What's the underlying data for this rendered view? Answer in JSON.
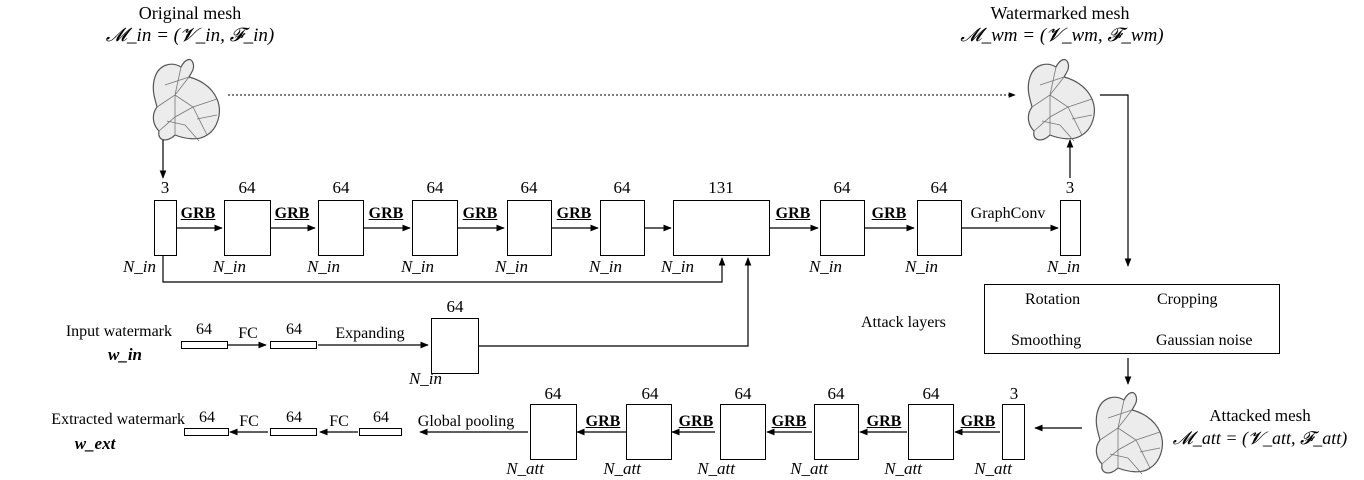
{
  "original_mesh": {
    "title": "Original mesh",
    "formula": "𝓜_in = (𝓥_in, 𝓕_in)"
  },
  "watermarked_mesh": {
    "title": "Watermarked mesh",
    "formula": "𝓜_wm = (𝓥_wm, 𝓕_wm)"
  },
  "attacked_mesh": {
    "title": "Attacked mesh",
    "formula": "𝓜_att = (𝓥_att, 𝓕_att)"
  },
  "input_watermark": {
    "title": "Input watermark",
    "symbol": "w_in"
  },
  "extracted_watermark": {
    "title": "Extracted watermark",
    "symbol": "w_ext"
  },
  "attack": {
    "title": "Attack layers",
    "items": [
      "Rotation",
      "Cropping",
      "Smoothing",
      "Gaussian noise"
    ]
  },
  "encoder": {
    "dims": [
      "3",
      "64",
      "64",
      "64",
      "64",
      "64",
      "131",
      "64",
      "64",
      "3"
    ],
    "n_label": "N_in",
    "op": "GRB",
    "graphconv": "GraphConv"
  },
  "embed_path": {
    "in_dim": "64",
    "fc": "FC",
    "fc_dim": "64",
    "expanding": "Expanding",
    "out_dim": "64",
    "n_label": "N_in"
  },
  "decoder": {
    "dims": [
      "3",
      "64",
      "64",
      "64",
      "64",
      "64"
    ],
    "n_label": "N_att",
    "op": "GRB",
    "global_pooling": "Global pooling",
    "fc": "FC",
    "out_dims": [
      "64",
      "64",
      "64"
    ]
  }
}
